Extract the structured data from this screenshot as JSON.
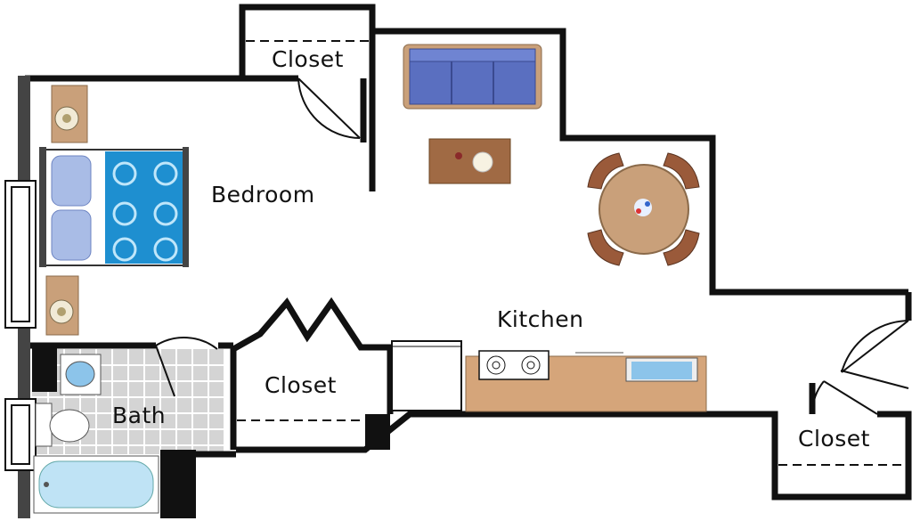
{
  "rooms": {
    "closet_top": "Closet",
    "bedroom": "Bedroom",
    "kitchen": "Kitchen",
    "closet_middle": "Closet",
    "bath": "Bath",
    "closet_right": "Closet"
  },
  "colors": {
    "wall": "#111111",
    "wood": "#c9a07a",
    "sofa": "#5a6fc0",
    "bedspread": "#1e8fd0",
    "pillow": "#a9bce6",
    "tile": "#c8c8c8",
    "tub": "#bfe3f5"
  }
}
